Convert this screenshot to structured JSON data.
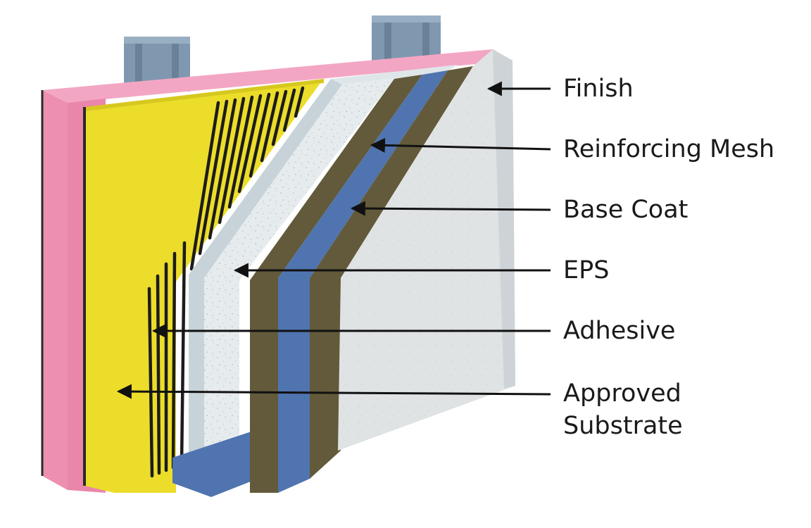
{
  "colors": {
    "pink": "#ec8fb0",
    "yellow": "#ebdd2a",
    "stud": "#7f98b0",
    "eps": "#e6ebee",
    "base_coat": "#625a3a",
    "mesh": "#4f74b0",
    "finish": "#dfe3e4",
    "arrow": "#111111",
    "text": "#1a1a1a"
  },
  "labels": {
    "finish": "Finish",
    "reinforcing_mesh": "Reinforcing Mesh",
    "base_coat": "Base Coat",
    "eps": "EPS",
    "adhesive": "Adhesive",
    "approved_substrate_line1": "Approved",
    "approved_substrate_line2": "Substrate"
  }
}
